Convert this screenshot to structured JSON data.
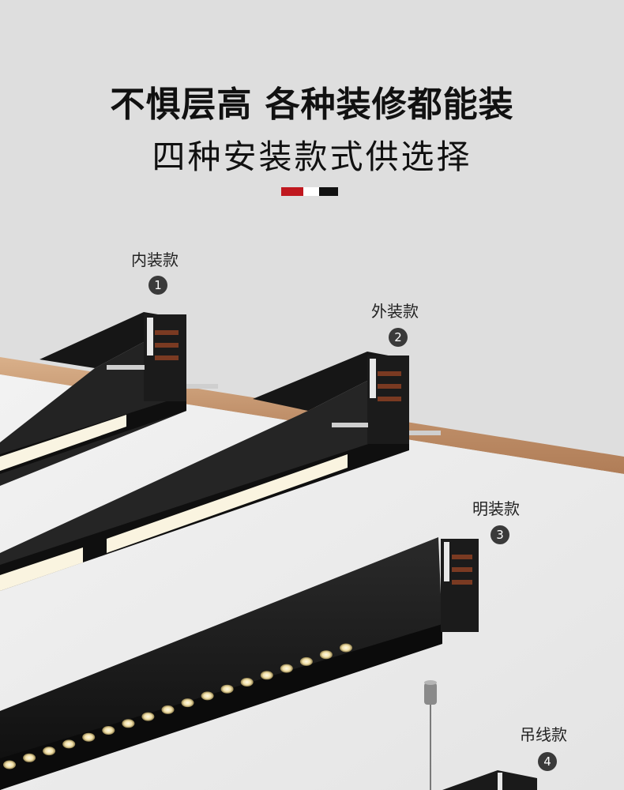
{
  "headline": {
    "line1": "不惧层高 各种装修都能装",
    "line2": "四种安装款式供选择"
  },
  "swatches": [
    "#c0181f",
    "#ffffff",
    "#111111"
  ],
  "variants": [
    {
      "label": "内装款",
      "number": "1"
    },
    {
      "label": "外装款",
      "number": "2"
    },
    {
      "label": "明装款",
      "number": "3"
    },
    {
      "label": "吊线款",
      "number": "4"
    }
  ],
  "colors": {
    "background": "#dedede",
    "wood": "#c79a73",
    "track": "#1a1a1a",
    "led": "#f7efd8"
  }
}
